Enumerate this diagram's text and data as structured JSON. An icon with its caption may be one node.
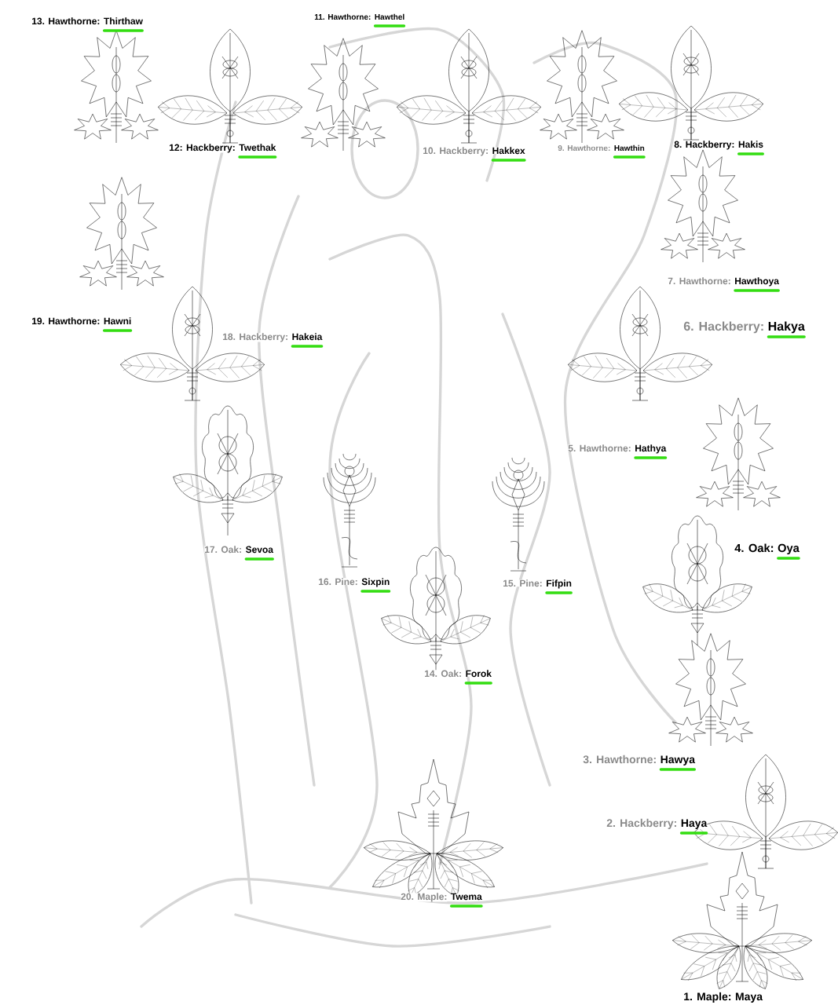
{
  "diagram": {
    "labels": [
      "13. Hawthorne:",
      "Thirthaw",
      "11. Hawthorne:",
      "Hawthel",
      "12: Hackberry:",
      "Twethak",
      "10. Hackberry:",
      "Hakkex",
      "9. Hawthorne:",
      "Hawthin",
      "8. Hackberry:",
      "Hakis",
      "7. Hawthorne:",
      "Hawthoya",
      "19. Hawthorne:",
      "Hawni",
      "6. Hackberry:",
      "Hakya",
      "18. Hackberry:",
      "Hakeia",
      "5. Hawthorne:",
      "Hathya",
      "17. Oak:",
      "Sevoa",
      "4. Oak:",
      "Oya",
      "16. Pine:",
      "Sixpin",
      "15. Pine:",
      "Fifpin",
      "14. Oak:",
      "Forok",
      "3. Hawthorne:",
      "Hawya",
      "2. Hackberry:",
      "Haya",
      "20. Maple:",
      "Twema",
      "1. Maple:",
      "Maya"
    ]
  }
}
